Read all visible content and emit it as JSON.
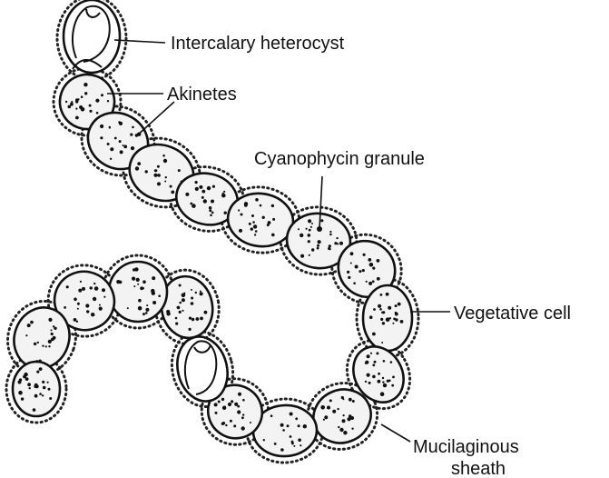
{
  "labels": {
    "intercalary_heterocyst": "Intercalary heterocyst",
    "akinetes": "Akinetes",
    "cyanophycin_granule": "Cyanophycin granule",
    "vegetative_cell": "Vegetative cell",
    "mucilaginous": "Mucilaginous",
    "sheath": "sheath"
  }
}
